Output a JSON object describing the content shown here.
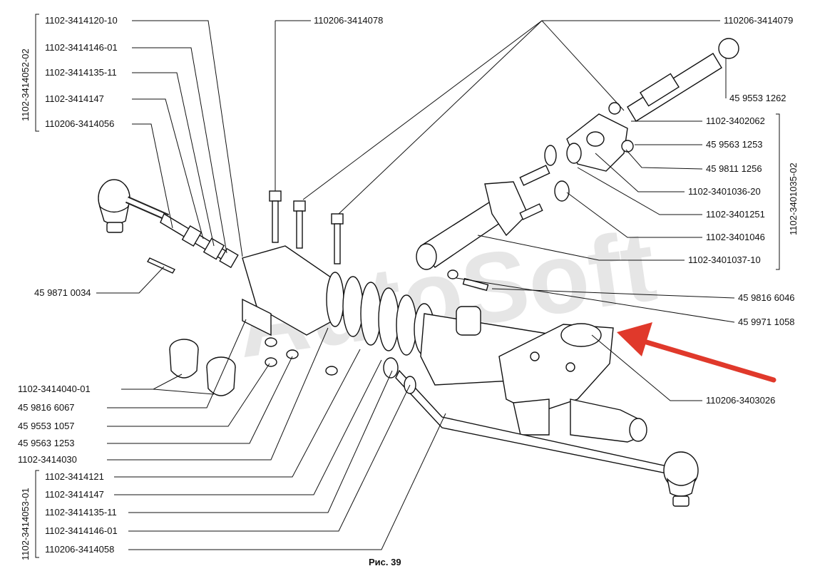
{
  "figure": {
    "caption": "Рис. 39",
    "watermark": "AutoSoft"
  },
  "groups": {
    "left_top": "1102-3414052-02",
    "left_bottom": "1102-3414053-01",
    "right": "1102-3401035-02"
  },
  "labels": {
    "l1": "1102-3414120-10",
    "l2": "1102-3414146-01",
    "l3": "1102-3414135-11",
    "l4": "1102-3414147",
    "l5": "110206-3414056",
    "l6": "45 9871 0034",
    "l7": "1102-3414040-01",
    "l8": "45 9816 6067",
    "l9": "45 9553 1057",
    "l10": "45 9563 1253",
    "l11": "1102-3414030",
    "l12": "1102-3414121",
    "l13": "1102-3414147",
    "l14": "1102-3414135-11",
    "l15": "1102-3414146-01",
    "l16": "110206-3414058",
    "t1": "110206-3414078",
    "r1": "110206-3414079",
    "r2": "45 9553 1262",
    "r3": "1102-3402062",
    "r4": "45 9563 1253",
    "r5": "45 9811 1256",
    "r6": "1102-3401036-20",
    "r7": "1102-3401251",
    "r8": "1102-3401046",
    "r9": "1102-3401037-10",
    "r10": "45 9816 6046",
    "r11": "45 9971 1058",
    "r12": "110206-3403026"
  },
  "colors": {
    "ink": "#111111",
    "arrow": "#e0392b",
    "watermark": "#dcdcdc"
  }
}
